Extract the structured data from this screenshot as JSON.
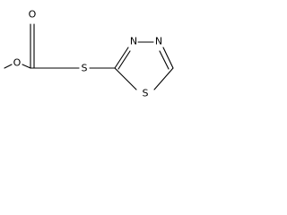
{
  "molecule": {
    "atoms": {
      "carbonyl_oxygen": "O",
      "ester_oxygen": "O",
      "thioether_sulfur": "S",
      "ring_nitrogen_3": "N",
      "ring_nitrogen_4": "N",
      "ring_sulfur": "S"
    }
  }
}
